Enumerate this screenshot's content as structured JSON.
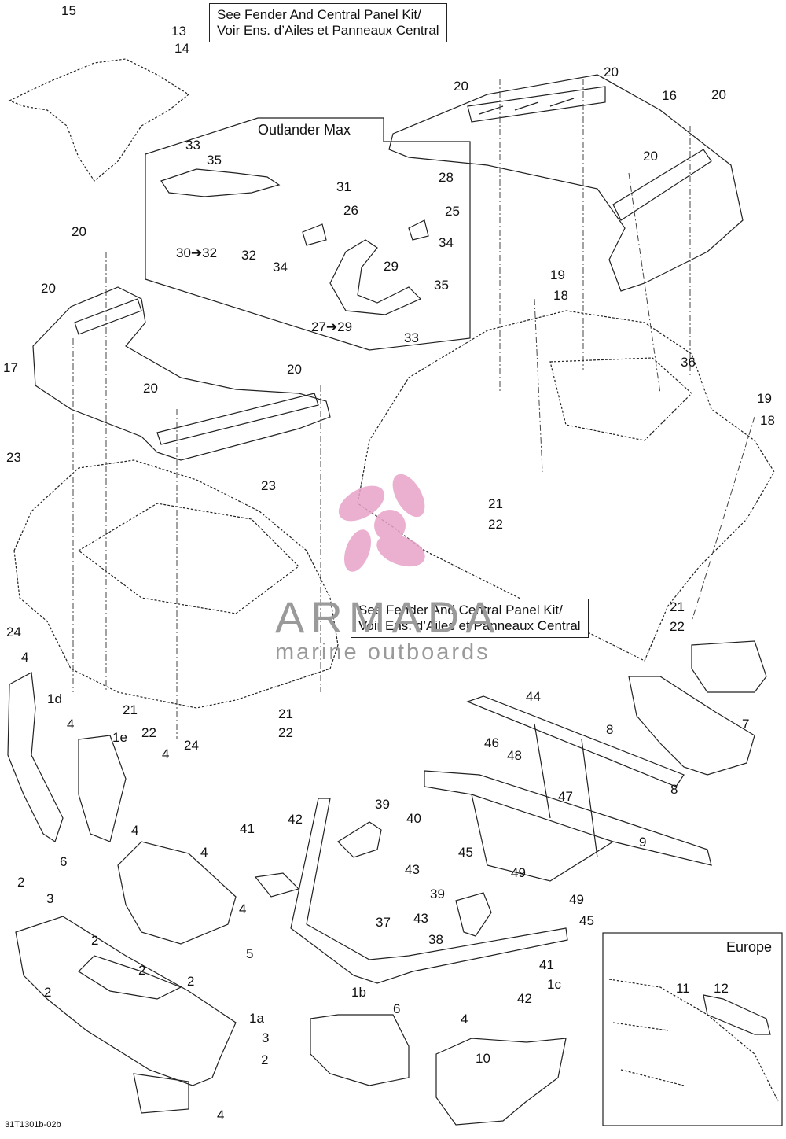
{
  "callouts": {
    "top": {
      "line1": "See Fender And Central Panel Kit/",
      "line2": "Voir Ens. d’Ailes et Panneaux Central"
    },
    "middle": {
      "line1": "See Fender And Central Panel Kit/",
      "line2": "Voir Ens. d’Ailes et Panneaux Central"
    }
  },
  "insets": {
    "outlander": "Outlander Max",
    "europe": "Europe"
  },
  "drawing_code": "31T1301b-02b",
  "watermark": {
    "brand": "ARMADA",
    "tagline": "marine outboards",
    "colors": {
      "logo": "#e8a3c8",
      "text": "#9a9a9a"
    }
  },
  "labels": [
    "15",
    "13",
    "14",
    "20",
    "20",
    "16",
    "20",
    "20",
    "33",
    "35",
    "31",
    "28",
    "26",
    "25",
    "30➔32",
    "32",
    "34",
    "34",
    "29",
    "35",
    "27➔29",
    "33",
    "20",
    "20",
    "19",
    "18",
    "17",
    "20",
    "20",
    "36",
    "23",
    "23",
    "19",
    "18",
    "21",
    "22",
    "21",
    "22",
    "24",
    "4",
    "1d",
    "4",
    "21",
    "22",
    "24",
    "21",
    "22",
    "1e",
    "4",
    "6",
    "4",
    "4",
    "41",
    "42",
    "39",
    "40",
    "43",
    "44",
    "46",
    "48",
    "47",
    "8",
    "7",
    "8",
    "9",
    "45",
    "49",
    "39",
    "43",
    "38",
    "37",
    "45",
    "49",
    "2",
    "3",
    "2",
    "5",
    "4",
    "2",
    "2",
    "2",
    "1a",
    "3",
    "2",
    "4",
    "1b",
    "6",
    "4",
    "42",
    "41",
    "1c",
    "10",
    "11",
    "12"
  ]
}
